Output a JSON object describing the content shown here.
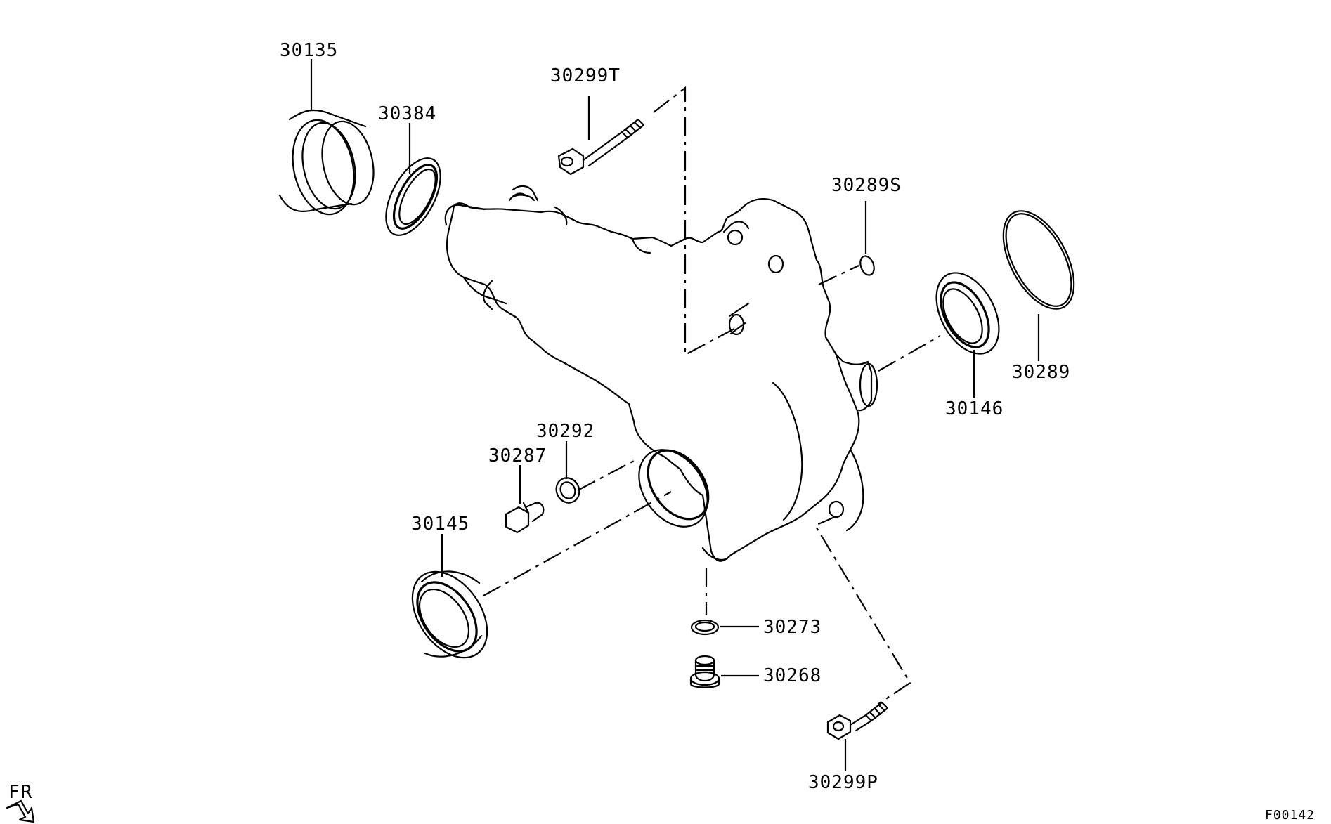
{
  "diagram": {
    "orientation_label": "FR",
    "code": "F00142",
    "parts": [
      {
        "id": "30135",
        "label": "30135"
      },
      {
        "id": "30384",
        "label": "30384"
      },
      {
        "id": "30299T",
        "label": "30299T"
      },
      {
        "id": "30289S",
        "label": "30289S"
      },
      {
        "id": "30289",
        "label": "30289"
      },
      {
        "id": "30146",
        "label": "30146"
      },
      {
        "id": "30292",
        "label": "30292"
      },
      {
        "id": "30287",
        "label": "30287"
      },
      {
        "id": "30145",
        "label": "30145"
      },
      {
        "id": "30273",
        "label": "30273"
      },
      {
        "id": "30268",
        "label": "30268"
      },
      {
        "id": "30299P",
        "label": "30299P"
      }
    ]
  }
}
